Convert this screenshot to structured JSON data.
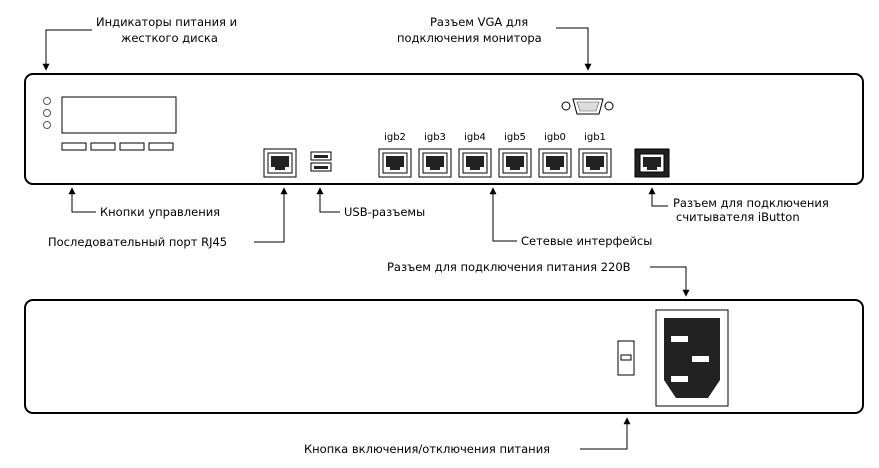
{
  "labels": {
    "indicators_line1": "Индикаторы питания и",
    "indicators_line2": "жесткого диска",
    "vga_line1": "Разъем VGA для",
    "vga_line2": "подключения монитора",
    "control_buttons": "Кнопки управления",
    "serial_port": "Последовательный порт RJ45",
    "usb": "USB-разъемы",
    "network": "Сетевые интерфейсы",
    "ibutton_line1": "Разъем для подключения",
    "ibutton_line2": "считывателя iButton",
    "power_connector": "Разъем для подключения питания 220В",
    "power_switch": "Кнопка включения/отключения питания"
  },
  "ports": [
    {
      "label": "igb2"
    },
    {
      "label": "igb3"
    },
    {
      "label": "igb4"
    },
    {
      "label": "igb5"
    },
    {
      "label": "igb0"
    },
    {
      "label": "igb1"
    }
  ]
}
